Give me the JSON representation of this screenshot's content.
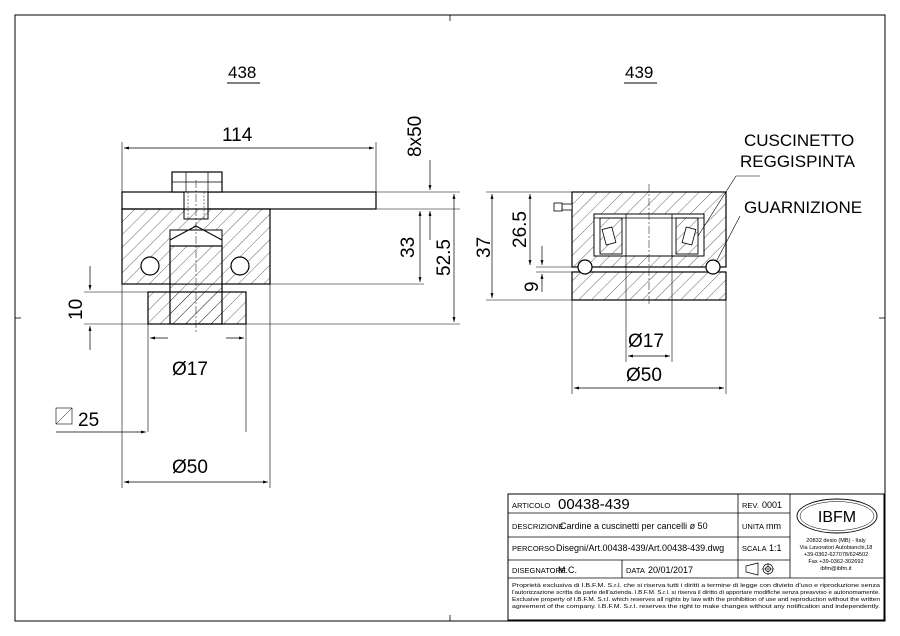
{
  "views": {
    "left_code": "438",
    "right_code": "439"
  },
  "dimensions_left": {
    "width_114": "114",
    "plate_8x50": "8x50",
    "h33": "33",
    "h52_5": "52.5",
    "h10": "10",
    "dia17": "Ø17",
    "dia50": "Ø50",
    "square_25": "25"
  },
  "dimensions_right": {
    "h37": "37",
    "h26_5": "26.5",
    "h9": "9",
    "dia17": "Ø17",
    "dia50": "Ø50"
  },
  "callouts": {
    "bearing_line1": "CUSCINETTO",
    "bearing_line2": "REGGISPINTA",
    "seal": "GUARNIZIONE"
  },
  "title_block": {
    "articolo_label": "ARTICOLO",
    "articolo_value": "00438-439",
    "rev_label": "REV.",
    "rev_value": "0001",
    "descrizione_label": "DESCRIZIONE",
    "descrizione_value": "Cardine a cuscinetti per cancelli ø 50",
    "unita_label": "UNITA",
    "unita_value": "mm",
    "percorso_label": "PERCORSO",
    "percorso_value": "Disegni/Art.00438-439/Art.00438-439.dwg",
    "scala_label": "SCALA",
    "scala_value": "1:1",
    "disegnatore_label": "DISEGNATORE",
    "disegnatore_value": "M.C.",
    "data_label": "DATA",
    "data_value": "20/01/2017",
    "logo_text": "IBFM",
    "company_addr1": "20832 desio (MB) - Italy",
    "company_addr2": "Via Lavoratori Autobianchi,18",
    "company_phone": "+39-0362-627078/624502",
    "company_fax": "Fax +39-0362-302692",
    "company_email": "ibfm@ibfm.it",
    "notice1": "Proprietà esclusiva di I.B.F.M. S.r.l. che si riserva tutti i diritti a termine di legge con divieto d'uso e riproduzione senza",
    "notice2": "l'autorizzazione scritta da parte dell'azienda. I.B.F.M. S.r.l. si riserva il diritto di apportare modifiche senza preavviso e autonomamente.",
    "notice3": "Exclusive property of I.B.F.M. S.r.l. which reserves all rights by law with the prohibition of use and reproduction without the written",
    "notice4": "agreement of the company. I.B.F.M. S.r.l. reserves the right to make changes without any notification and independently."
  }
}
